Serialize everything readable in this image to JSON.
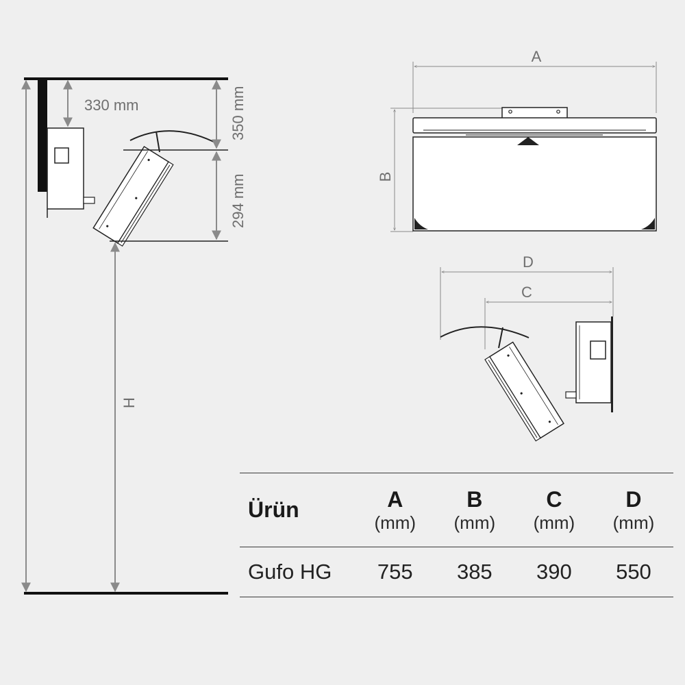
{
  "labels": {
    "dim_330": "330 mm",
    "dim_350": "350 mm",
    "dim_294": "294 mm",
    "dim_h": "H",
    "dim_a": "A",
    "dim_b": "B",
    "dim_c": "C",
    "dim_d": "D"
  },
  "table": {
    "product_header": "Ürün",
    "columns": [
      {
        "letter": "A",
        "unit": "(mm)"
      },
      {
        "letter": "B",
        "unit": "(mm)"
      },
      {
        "letter": "C",
        "unit": "(mm)"
      },
      {
        "letter": "D",
        "unit": "(mm)"
      }
    ],
    "rows": [
      {
        "product": "Gufo HG",
        "values": [
          "755",
          "385",
          "390",
          "550"
        ]
      }
    ]
  },
  "colors": {
    "background": "#efefef",
    "dimension_line": "#8a8a8a",
    "outline": "#222222"
  }
}
